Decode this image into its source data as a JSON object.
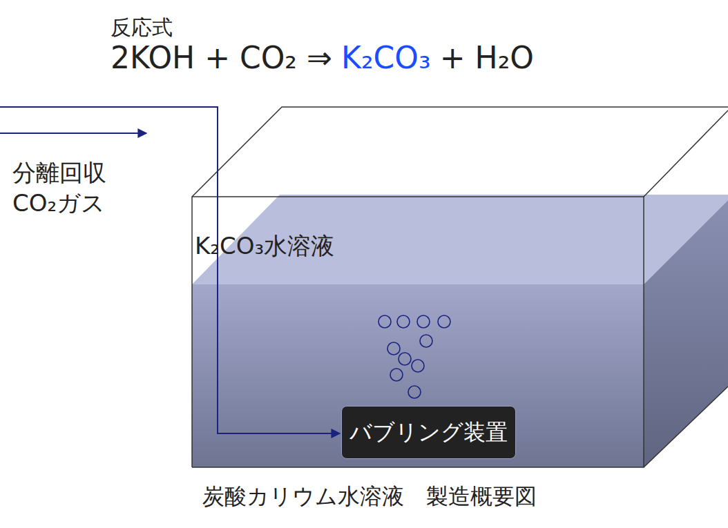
{
  "diagram": {
    "title": "反応式",
    "caption": "炭酸カリウム水溶液　製造概要図",
    "nodes": [
      {
        "text": [
          "K₂CO₃水溶液"
        ]
      },
      {
        "text": [
          "バブリング装置"
        ],
        "in": 0
      }
    ],
    "labels": [
      "2KOH + CO₂ ⇒",
      "K₂CO₃",
      "+ H₂O",
      "分離回収 CO₂ガス"
    ]
  }
}
